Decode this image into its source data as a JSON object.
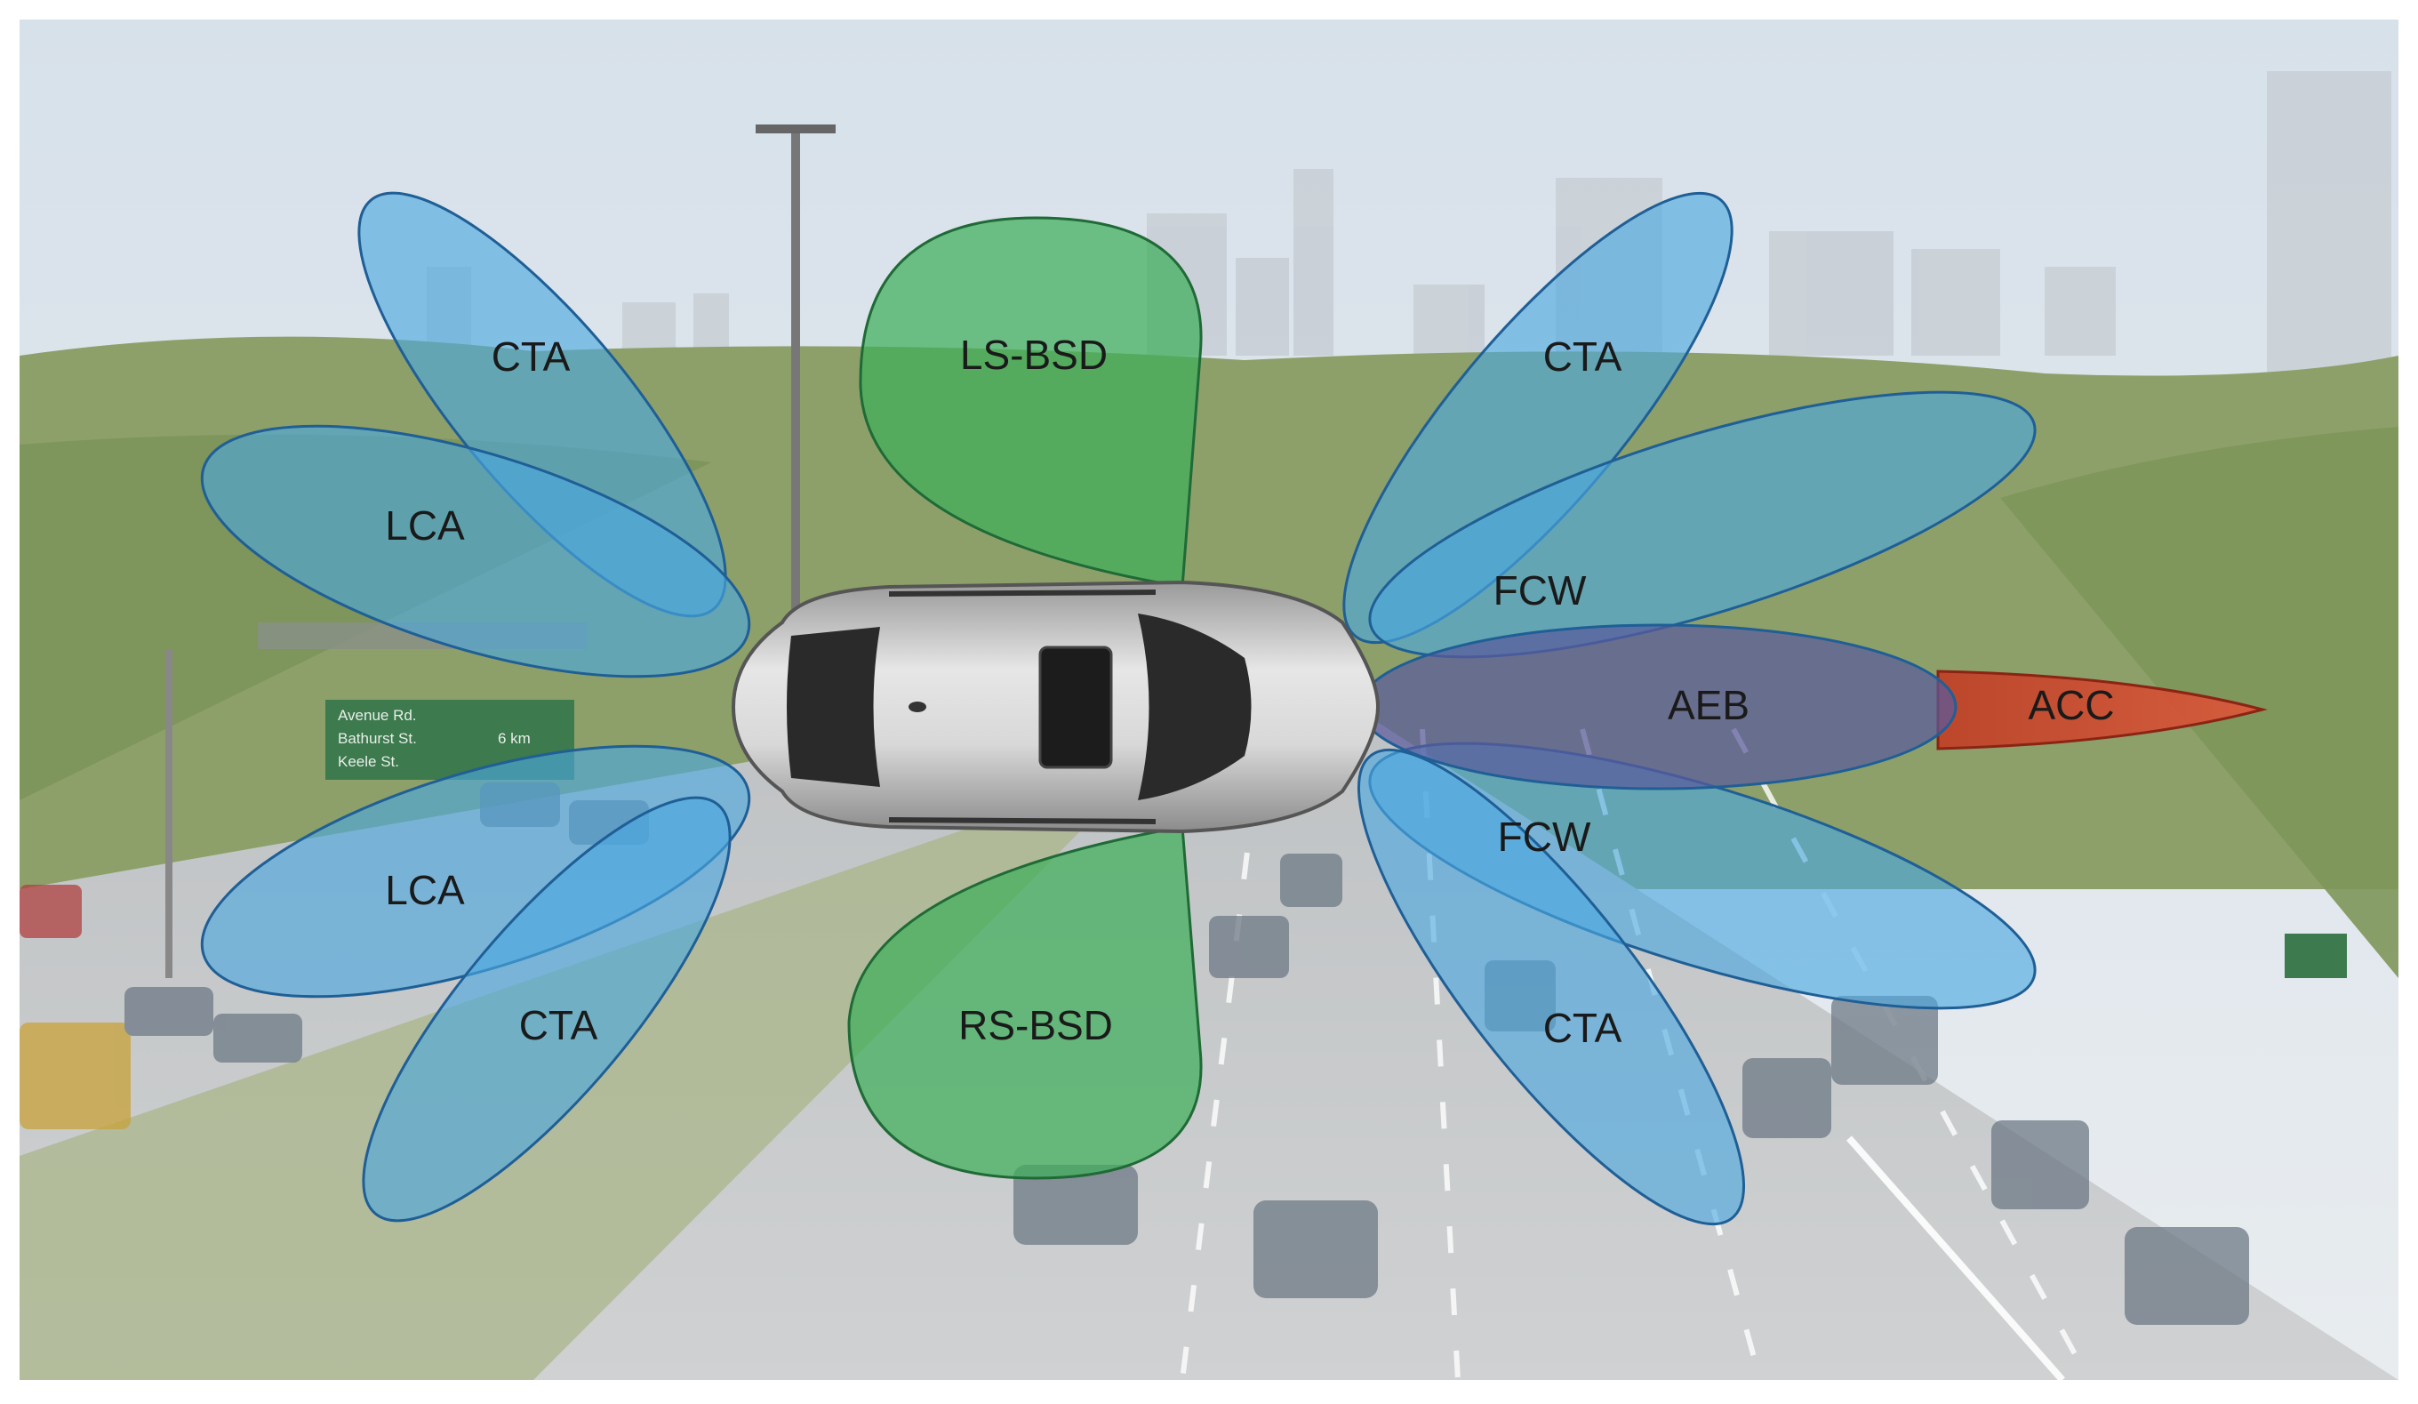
{
  "diagram": {
    "colors": {
      "blue_zone": "#4aa8e0",
      "green_zone": "#3fae5a",
      "red_zone": "#d9472a",
      "purple_zone": "#5a5a9c",
      "outline": "#1f5f96"
    },
    "zones": [
      {
        "id": "cta-rear-left",
        "label": "CTA",
        "kind": "blue"
      },
      {
        "id": "lca-rear-left",
        "label": "LCA",
        "kind": "blue"
      },
      {
        "id": "ls-bsd",
        "label": "LS-BSD",
        "kind": "green"
      },
      {
        "id": "cta-front-left",
        "label": "CTA",
        "kind": "blue"
      },
      {
        "id": "fcw-left",
        "label": "FCW",
        "kind": "blue"
      },
      {
        "id": "aeb",
        "label": "AEB",
        "kind": "purple"
      },
      {
        "id": "acc",
        "label": "ACC",
        "kind": "red"
      },
      {
        "id": "fcw-right",
        "label": "FCW",
        "kind": "blue"
      },
      {
        "id": "cta-front-right",
        "label": "CTA",
        "kind": "blue"
      },
      {
        "id": "lca-rear-right",
        "label": "LCA",
        "kind": "blue"
      },
      {
        "id": "cta-rear-right",
        "label": "CTA",
        "kind": "blue"
      },
      {
        "id": "rs-bsd",
        "label": "RS-BSD",
        "kind": "green"
      }
    ],
    "background_sign": {
      "lines": [
        "Avenue Rd.",
        "Bathurst St.",
        "Keele St."
      ],
      "distance": "6 km"
    }
  }
}
